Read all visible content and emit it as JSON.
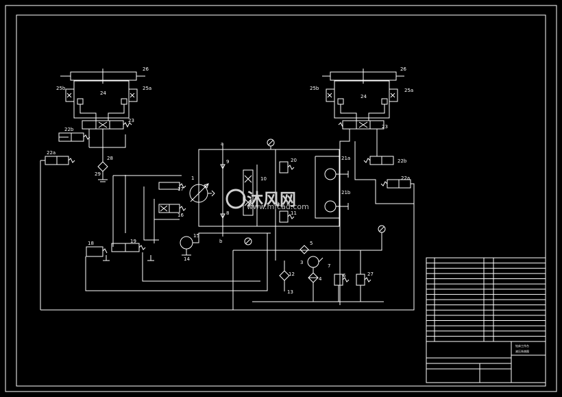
{
  "labels": {
    "l26a": "26",
    "l26b": "26",
    "l25b_a": "25b",
    "l25a_a": "25a",
    "l24_a": "24",
    "l25b_b": "25b",
    "l25a_b": "25a",
    "l24_b": "24",
    "l23_a": "23",
    "l23_b": "23",
    "l22b_a": "22b",
    "l22a_a": "22a",
    "l28": "28",
    "l29": "29",
    "l22b_b": "22b",
    "l22a_b": "22a",
    "l1": "1",
    "l9": "9",
    "l8": "8",
    "la": "a",
    "lb": "b",
    "l10": "10",
    "l20": "20",
    "l11": "11",
    "l21a": "21a",
    "l21b": "21b",
    "l17": "17",
    "l16": "16",
    "l15": "15",
    "l14": "14",
    "l18": "18",
    "l19": "19",
    "l5": "5",
    "l3": "3",
    "l7": "7",
    "l4": "4",
    "l6": "6",
    "l27": "27",
    "l12": "12",
    "l13": "13"
  },
  "title_block": {
    "title_right_1": "钻床工作台",
    "title_right_2": "液压系统图"
  },
  "watermark": {
    "brand": "沐风网",
    "url": "www.mfcad.com"
  }
}
